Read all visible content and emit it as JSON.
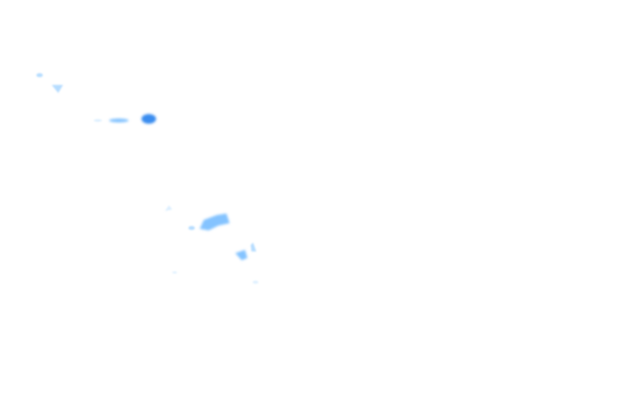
{
  "map": {
    "background_color": "#ffffff",
    "precip_colors": {
      "faint": "#d6ecff",
      "light": "#a9d6ff",
      "medium": "#6fb8ff",
      "strong": "#2e86ee"
    },
    "cells": [
      {
        "name": "radar-cell-a",
        "intensity": "light"
      },
      {
        "name": "radar-cell-b",
        "intensity": "light"
      },
      {
        "name": "radar-cell-c",
        "intensity": "faint"
      },
      {
        "name": "radar-cell-d",
        "intensity": "medium"
      },
      {
        "name": "radar-cell-e",
        "intensity": "strong"
      },
      {
        "name": "radar-cell-f",
        "intensity": "faint"
      },
      {
        "name": "radar-cell-g",
        "intensity": "light"
      },
      {
        "name": "radar-cell-h",
        "intensity": "medium"
      },
      {
        "name": "radar-cell-i",
        "intensity": "medium"
      },
      {
        "name": "radar-cell-j",
        "intensity": "light"
      },
      {
        "name": "radar-cell-k",
        "intensity": "faint"
      }
    ]
  }
}
